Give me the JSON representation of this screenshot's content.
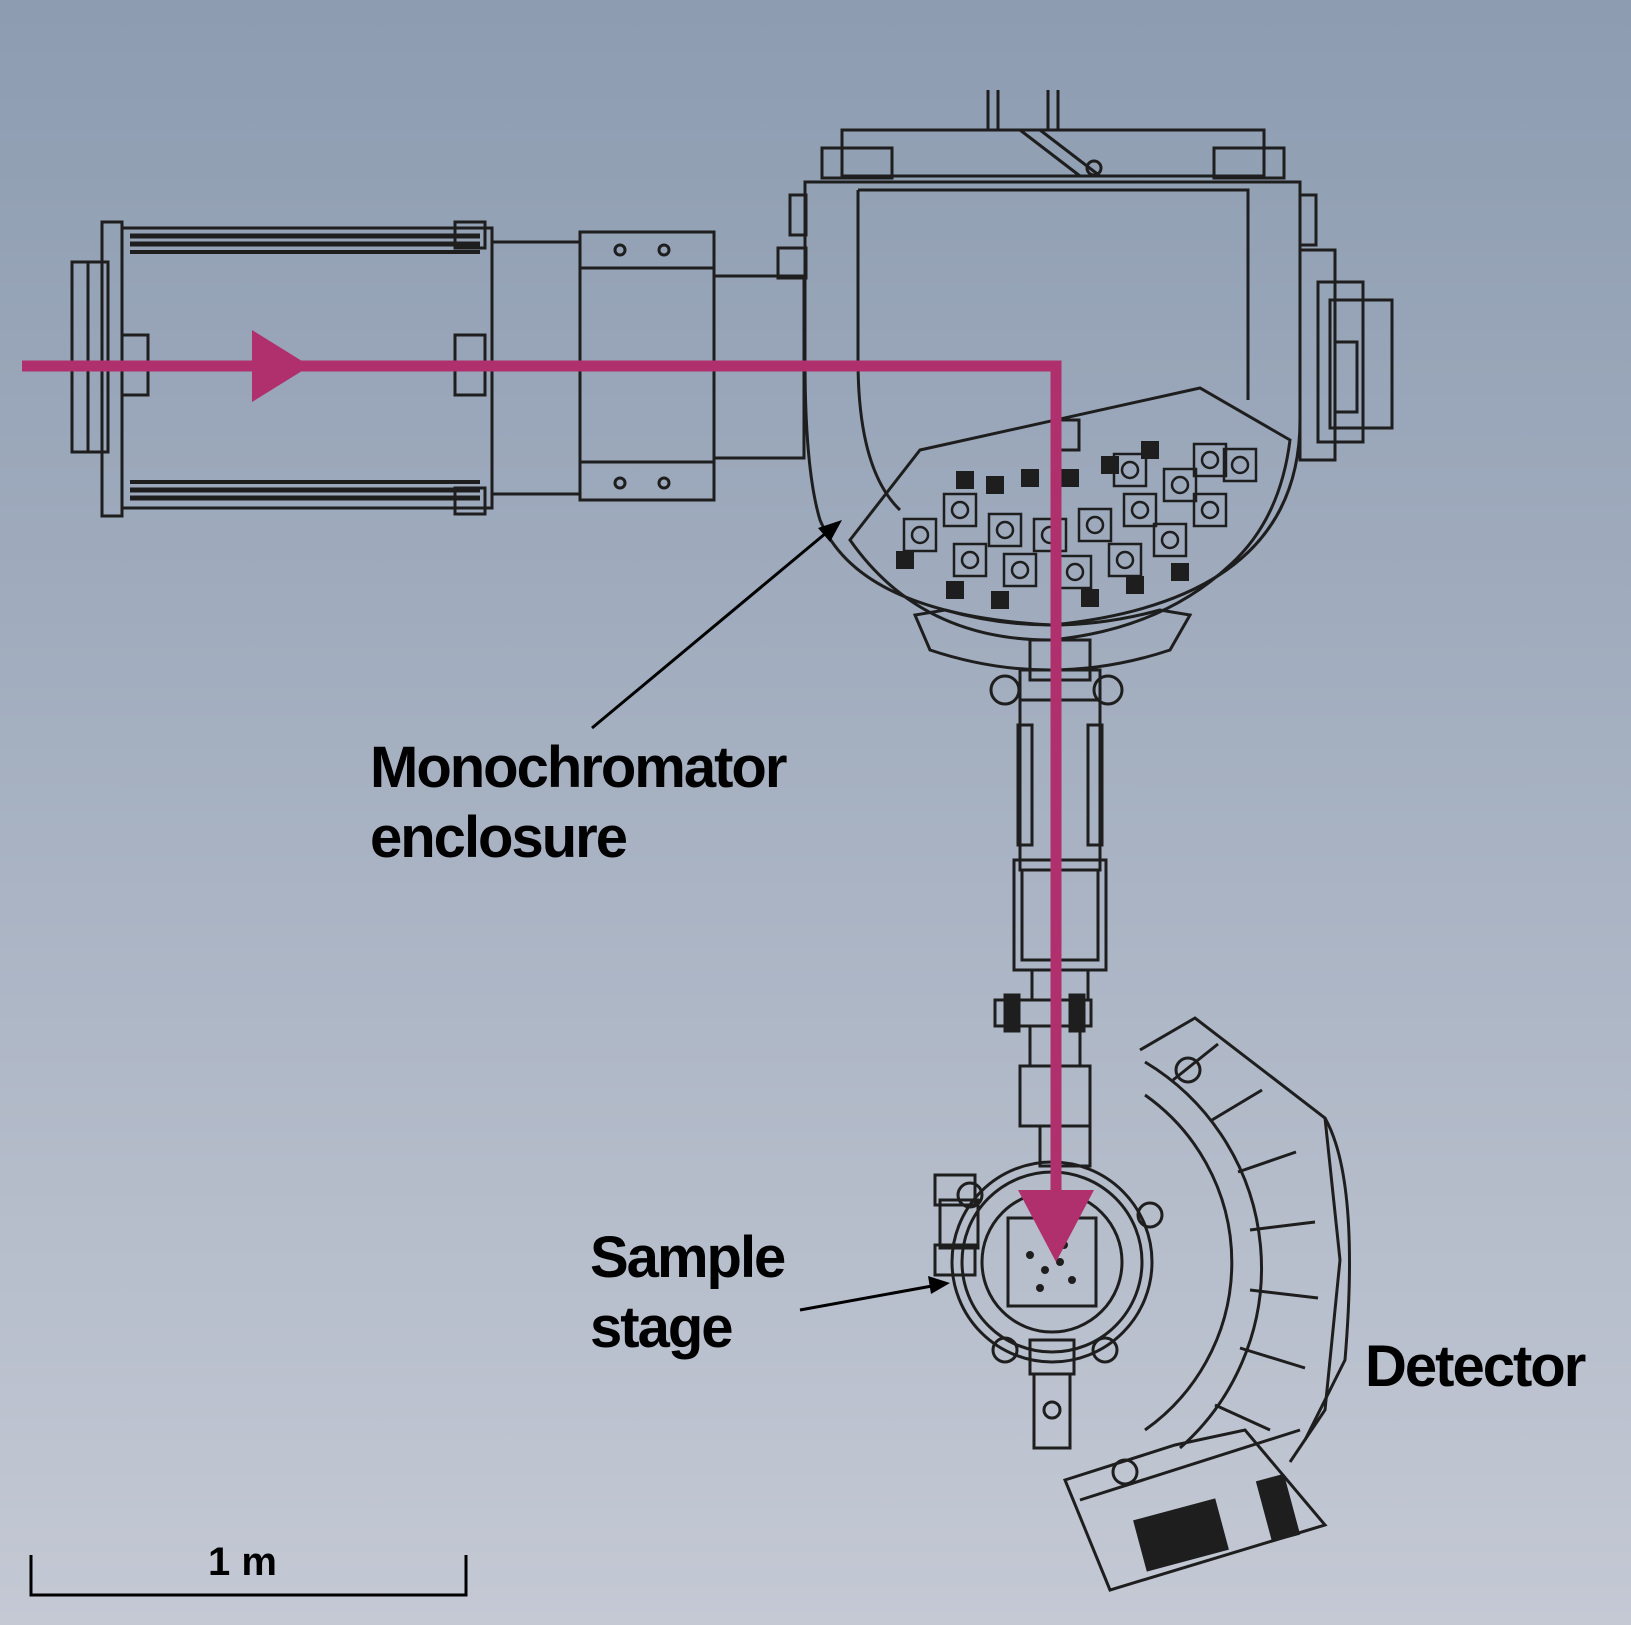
{
  "labels": {
    "monochromator": {
      "line1": "Monochromator",
      "line2": "enclosure"
    },
    "sample_stage": {
      "line1": "Sample",
      "line2": "stage"
    },
    "detector": "Detector",
    "scale_bar": "1 m"
  },
  "colors": {
    "beam": "#b0306e",
    "line": "#1e1e1e",
    "text": "#000000"
  }
}
